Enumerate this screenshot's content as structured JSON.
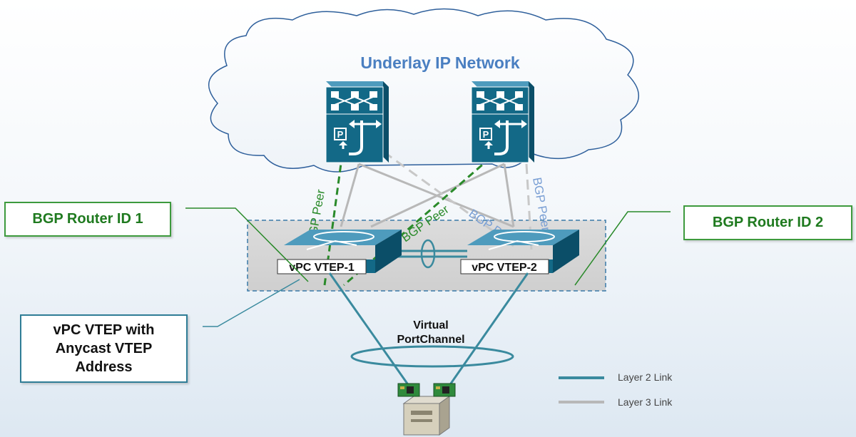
{
  "cloud": {
    "title": "Underlay IP Network"
  },
  "callouts": {
    "bgp_router_1": "BGP Router ID 1",
    "bgp_router_2": "BGP Router ID 2",
    "vpc_vtep_anycast": "vPC VTEP with Anycast VTEP Address"
  },
  "switches": {
    "vtep1_label": "vPC VTEP-1",
    "vtep2_label": "vPC VTEP-2"
  },
  "peer_labels": {
    "green_left": "BGP Peer",
    "green_cross": "BGP Peer",
    "blue_cross": "BGP Peer",
    "blue_right": "BGP Peer"
  },
  "vpc": {
    "line1": "Virtual",
    "line2": "PortChannel"
  },
  "legend": {
    "items": [
      {
        "label": "Layer 2 Link",
        "color": "#3a8a9e"
      },
      {
        "label": "Layer 3 Link",
        "color": "#b8b8b8"
      }
    ]
  },
  "colors": {
    "title_blue": "#4a7fc1",
    "green": "#2a8a2a",
    "teal": "#3a8a9e",
    "switch_face": "#136987",
    "light_blue": "#7a9fd4"
  },
  "icons": [
    "spine-router-icon",
    "leaf-switch-icon",
    "server-icon",
    "nic-card-icon"
  ]
}
